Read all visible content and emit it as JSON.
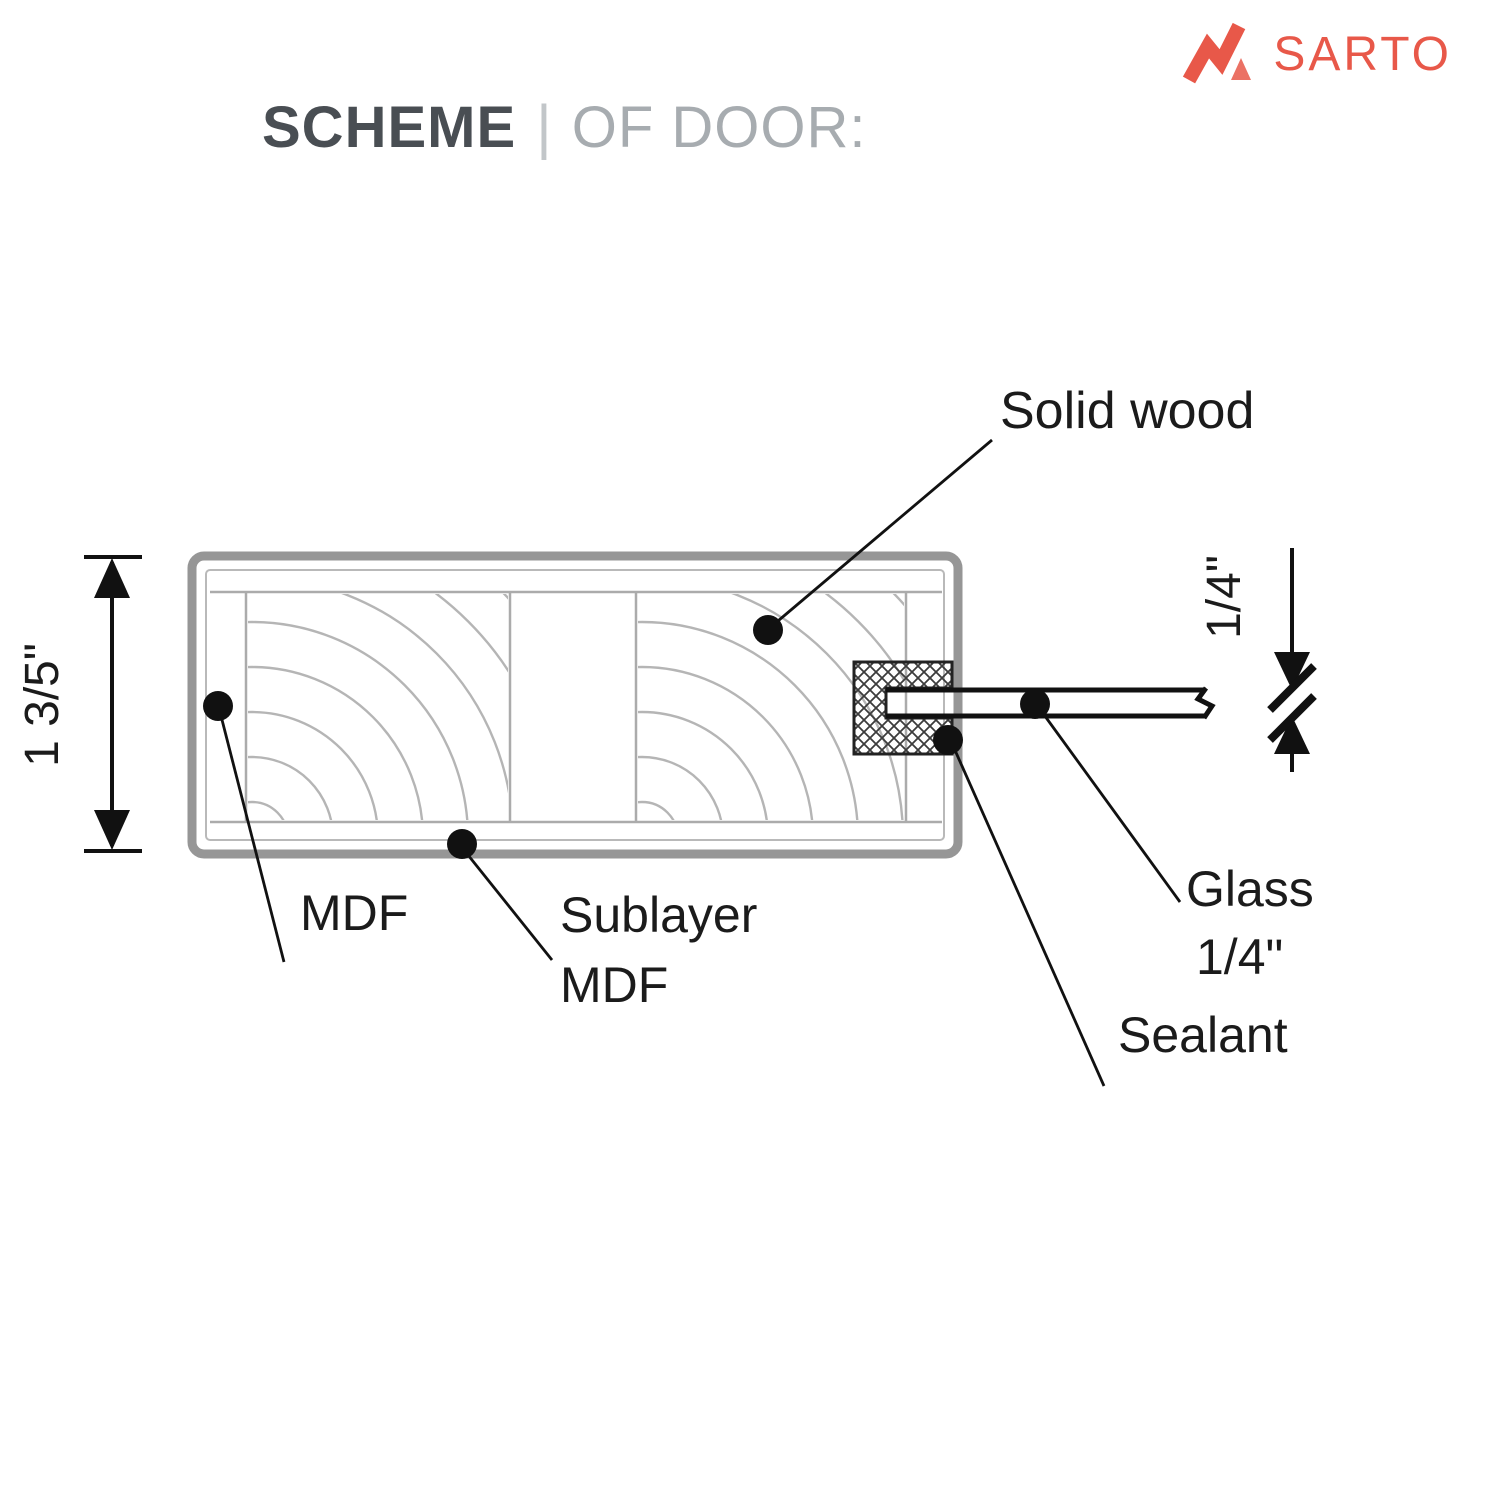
{
  "header": {
    "title_main": "SCHEME",
    "separator": "|",
    "title_sub": "OF DOOR:"
  },
  "logo": {
    "text": "SARTO",
    "accent_color": "#e85849"
  },
  "labels": {
    "solid_wood": "Solid wood",
    "mdf": "MDF",
    "sublayer_l1": "Sublayer",
    "sublayer_l2": "MDF",
    "glass_l1": "Glass",
    "glass_l2": "1/4\"",
    "sealant": "Sealant",
    "door_thickness": "1 3/5\"",
    "glass_thickness": "1/4\""
  },
  "colors": {
    "accent": "#e85849",
    "title_dark": "#494e53",
    "title_light": "#a7acb0",
    "line_black": "#1b1b1b",
    "door_outline": "#969696",
    "wood_grain": "#b5b5b5"
  }
}
